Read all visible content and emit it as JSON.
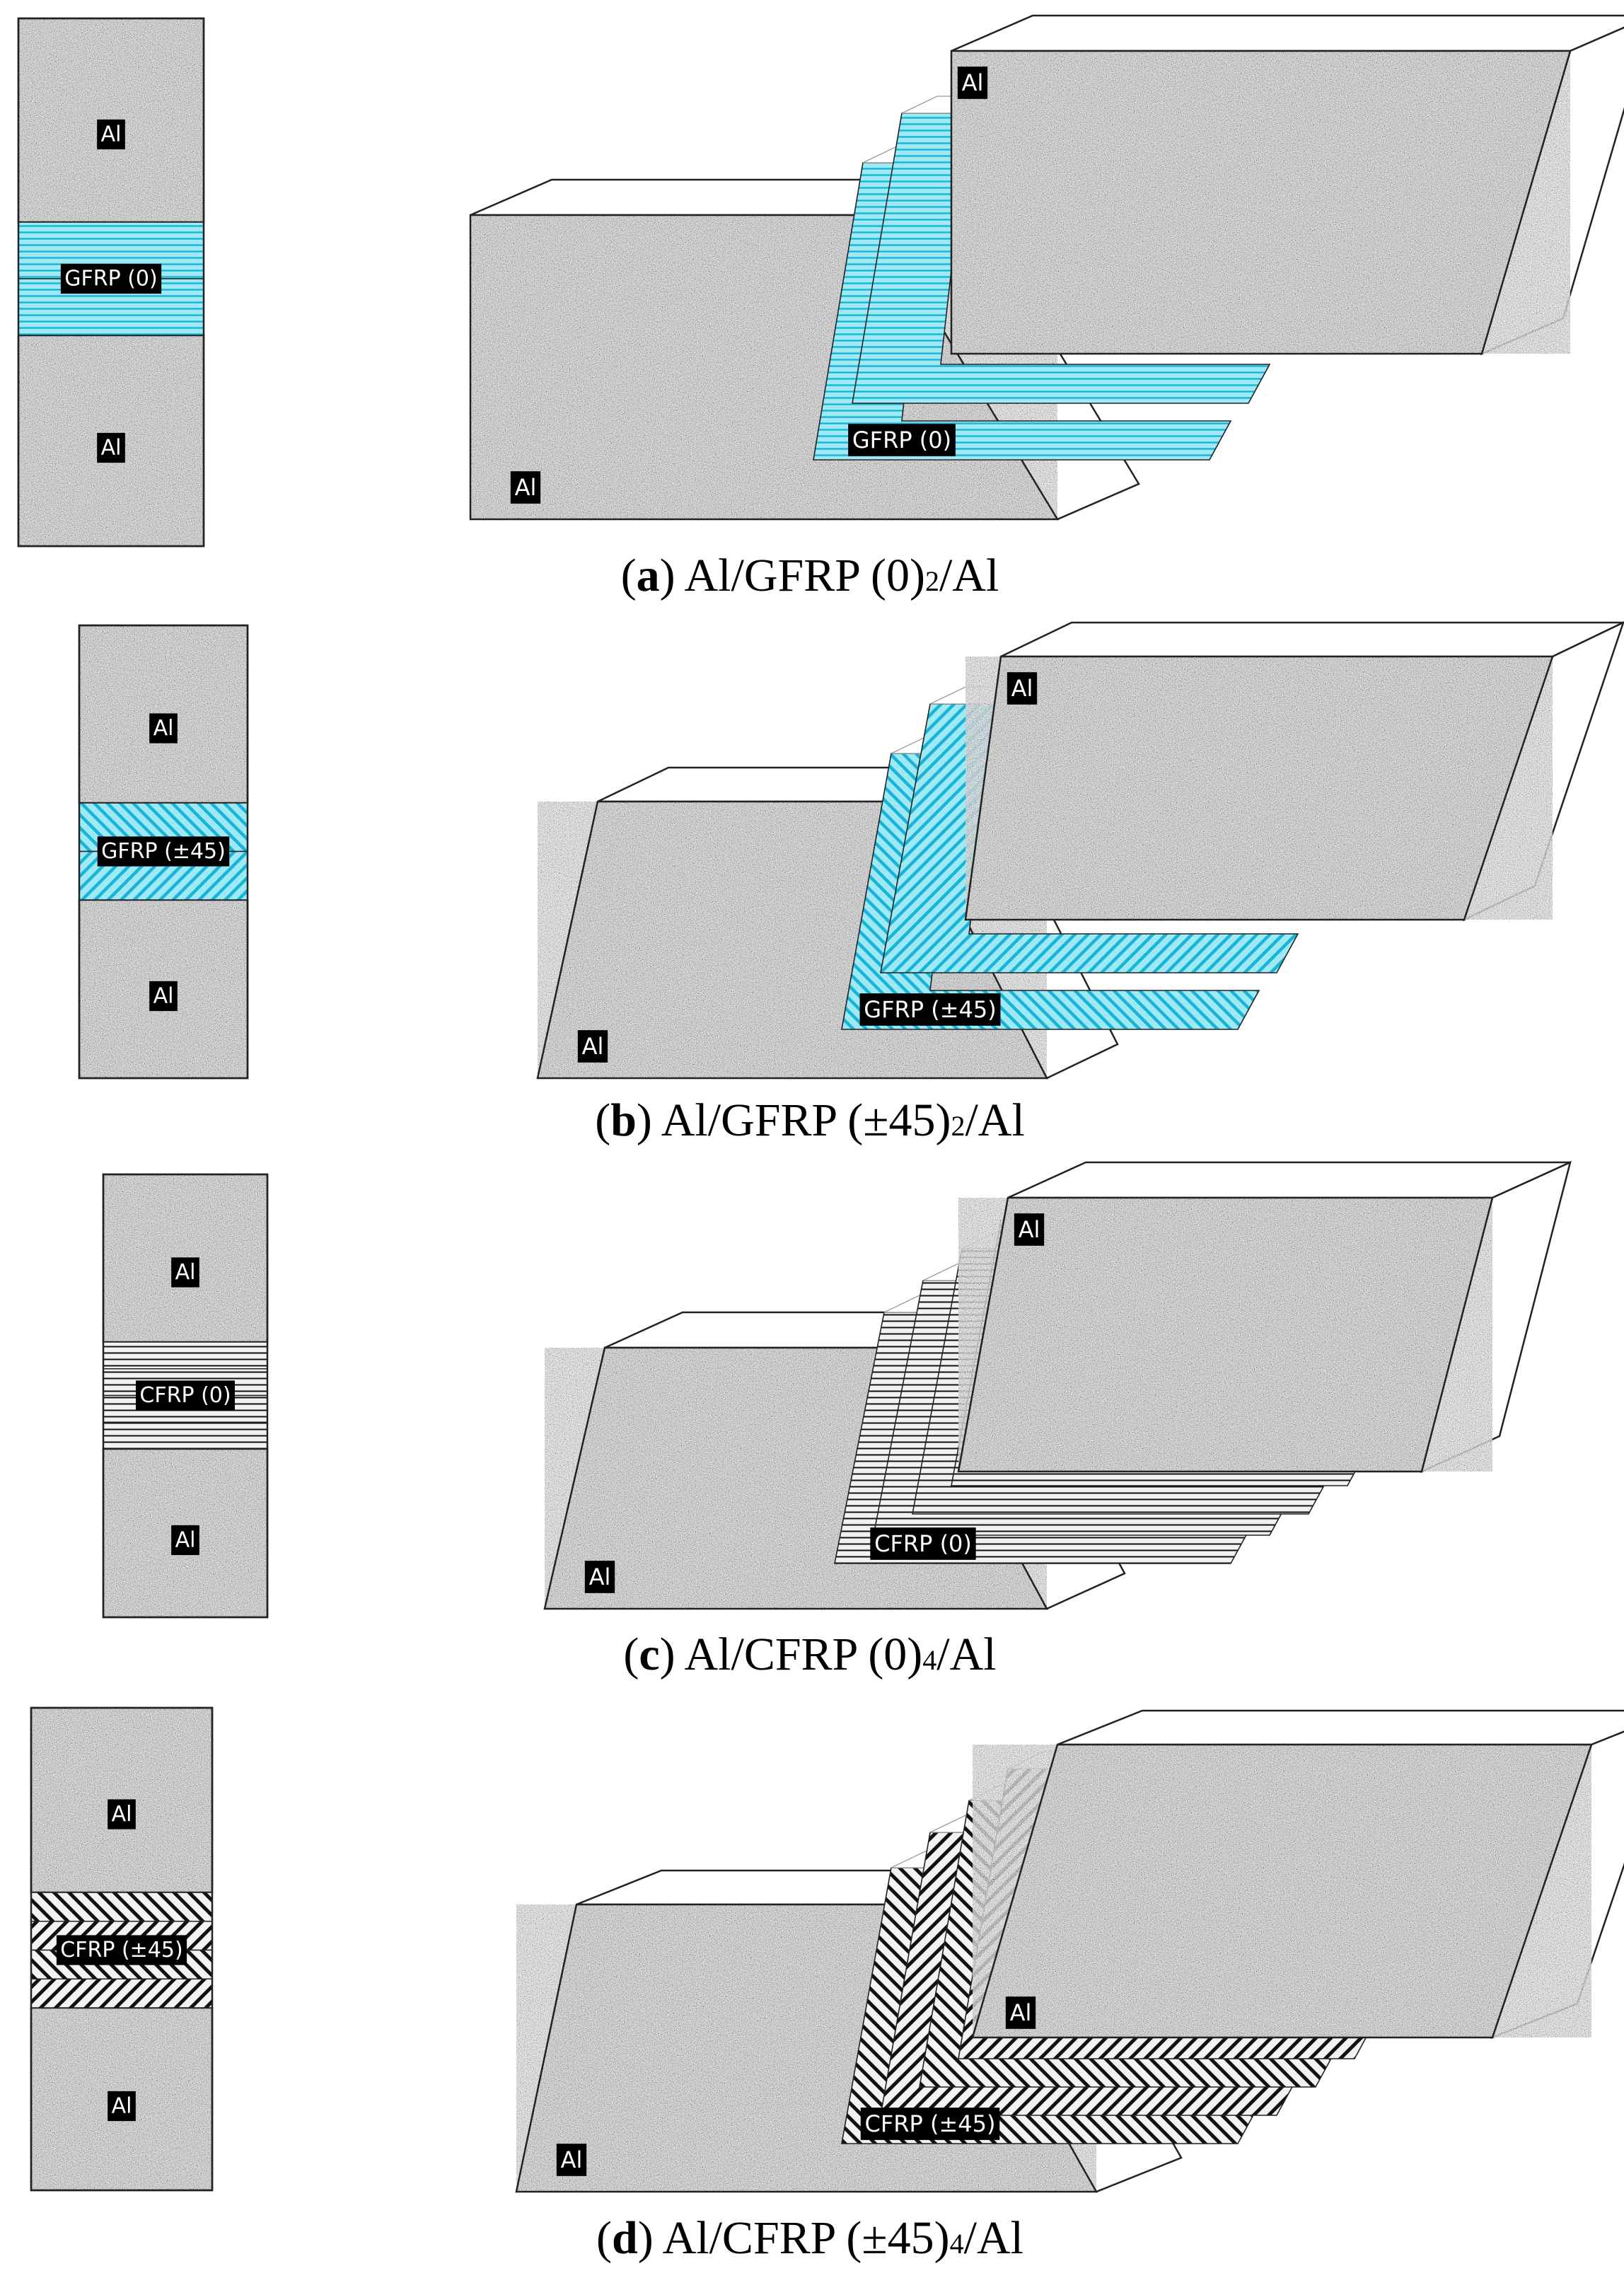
{
  "colors": {
    "aluminium": "#a6a6a6",
    "gfrp_fill": "#9fe9f5",
    "gfrp_line": "#16b4d6",
    "cfrp_fill": "#f2f2f2",
    "cfrp_line": "#111111",
    "edge": "#222222",
    "label_bg": "#000000",
    "label_text": "#ffffff"
  },
  "panels": [
    {
      "id": "a",
      "caption_letter": "a",
      "caption_main": ") Al/GFRP (0)",
      "caption_sub": "2",
      "caption_end": "/Al",
      "al_top_label": "Al",
      "al_bottom_label": "Al",
      "ply_label": "GFRP (0)",
      "iso_ply_label": "GFRP (0)",
      "iso_top_label": "Al",
      "iso_bottom_label": "Al",
      "material": "gfrp",
      "orientation": "0",
      "ply_count": 2
    },
    {
      "id": "b",
      "caption_letter": "b",
      "caption_main": ") Al/GFRP (±45)",
      "caption_sub": "2",
      "caption_end": "/Al",
      "al_top_label": "Al",
      "al_bottom_label": "Al",
      "ply_label": "GFRP (±45)",
      "iso_ply_label": "GFRP (±45)",
      "iso_top_label": "Al",
      "iso_bottom_label": "Al",
      "material": "gfrp",
      "orientation": "45",
      "ply_count": 2
    },
    {
      "id": "c",
      "caption_letter": "c",
      "caption_main": ") Al/CFRP (0)",
      "caption_sub": "4",
      "caption_end": "/Al",
      "al_top_label": "Al",
      "al_bottom_label": "Al",
      "ply_label": "CFRP (0)",
      "iso_ply_label": "CFRP (0)",
      "iso_top_label": "Al",
      "iso_bottom_label": "Al",
      "material": "cfrp",
      "orientation": "0",
      "ply_count": 4
    },
    {
      "id": "d",
      "caption_letter": "d",
      "caption_main": ") Al/CFRP (±45)",
      "caption_sub": "4",
      "caption_end": "/Al",
      "al_top_label": "Al",
      "al_bottom_label": "Al",
      "ply_label": "CFRP (±45)",
      "iso_ply_label": "CFRP (±45)",
      "iso_top_label": "Al",
      "iso_bottom_label": "Al",
      "material": "cfrp",
      "orientation": "45",
      "ply_count": 4
    }
  ]
}
